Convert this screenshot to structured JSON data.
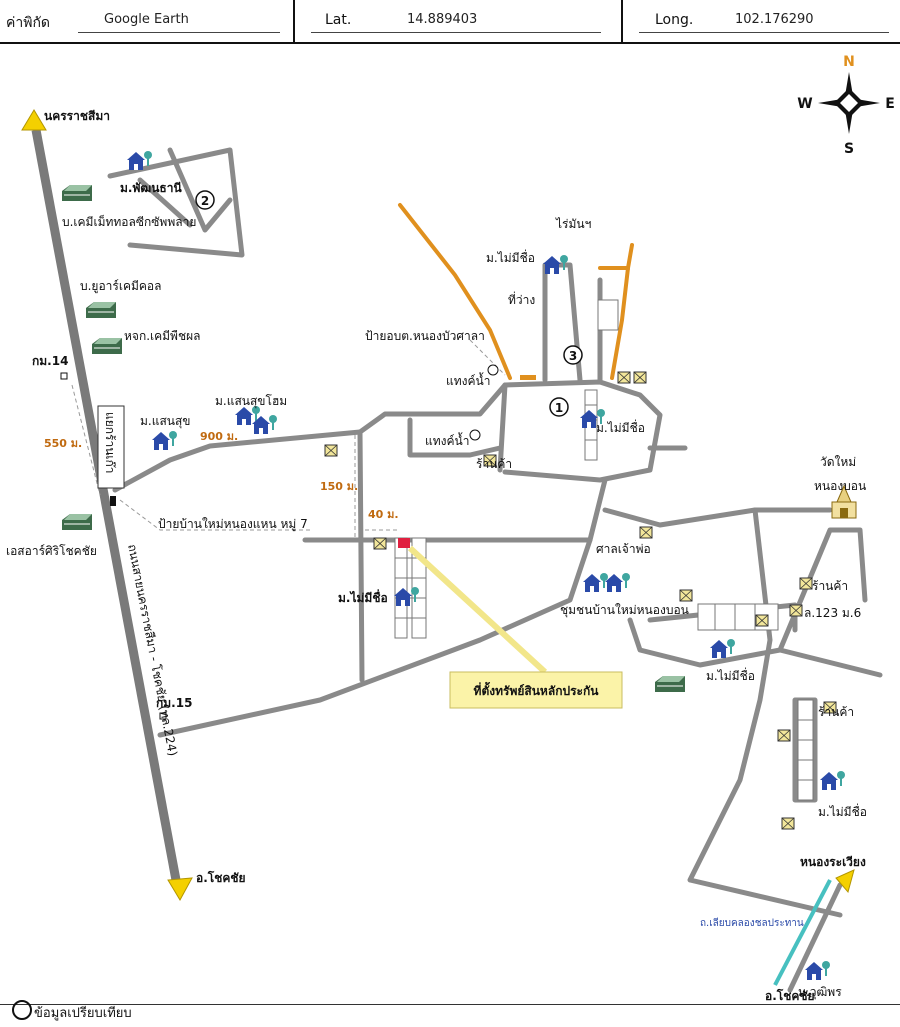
{
  "header": {
    "coord_label": "ค่าพิกัด",
    "source": "Google Earth",
    "lat_label": "Lat.",
    "lat_value": "14.889403",
    "long_label": "Long.",
    "long_value": "102.176290"
  },
  "compass": {
    "n": "N",
    "s": "S",
    "e": "E",
    "w": "W"
  },
  "places": {
    "nakhon": "นครราชสีมา",
    "chokchai_left": "อ.โชคชัย",
    "chokchai_bottom": "อ.โชคชัย",
    "pattana": "ม.พัฒนธานี",
    "chem_co": "บ.เคมีเม็ททอลซีกซัพพลาย",
    "yuar": "บ.ยูอาร์เคมีคอล",
    "pesticide": "หจก.เคมีพืชผล",
    "km14": "กม.14",
    "km15": "กม.15",
    "sansuk": "ม.แสนสุข",
    "sansukhome": "ม.แสนสุขโฮม",
    "sign_nonghan": "ป้ายบ้านใหม่หนองแหน หมู่ 7",
    "sor_siri": "เอสอาร์ศิริโชคชัย",
    "highway": "ถนนสายนครราชสีมา - โชคชัย (ทล.224)",
    "nakhamtak": "แยกร้านเก๊า",
    "rai_man": "ไร่มันฯ",
    "noname_top": "ม.ไม่มีชื่อ",
    "vacant": "ที่ว่าง",
    "sign_obt": "ป้ายอบต.หนองบัวศาลา",
    "water_tank_1": "แทงค์น้ำ",
    "water_tank_2": "แทงค์น้ำ",
    "shop_1": "ร้านค้า",
    "noname_center": "ม.ไม่มีชื่อ",
    "noname_sub": "ม.ไม่มีชื่อ",
    "watmai": "วัดใหม่",
    "nongbon": "หนองบอน",
    "shrine": "ศาลเจ้าพ่อ",
    "community": "ชุมชนบ้านใหม่หนองบอน",
    "shop_2": "ร้านค้า",
    "lot123": "ล.123 ม.6",
    "noname_east": "ม.ไม่มีชื่อ",
    "shop_3": "ร้านค้า",
    "noname_se": "ม.ไม่มีชื่อ",
    "collateral": "ที่ตั้งทรัพย์สินหลักประกัน",
    "nongrawiang": "หนองระเวียง",
    "canal": "ถ.เลียบคลองชลประทาน",
    "wutiporn": "ม.วุฒิพร",
    "marker1": "1",
    "marker2": "2",
    "marker3": "3"
  },
  "distances": {
    "d550": "550 ม.",
    "d900": "900 ม.",
    "d150": "150 ม.",
    "d40": "40 ม."
  },
  "footer": {
    "text": "ข้อมูลเปรียบเทียบ"
  },
  "colors": {
    "road": "#8a8a8a",
    "highway": "#7a7a7a",
    "orange_road": "#e0901e",
    "arrow": "#f4d000",
    "house": "#2a4aa8",
    "tree": "#3fa6a0",
    "shop": "#f2e69a",
    "callout": "#fbf3a8",
    "property": "#e02040",
    "canal": "#47c0c0"
  }
}
